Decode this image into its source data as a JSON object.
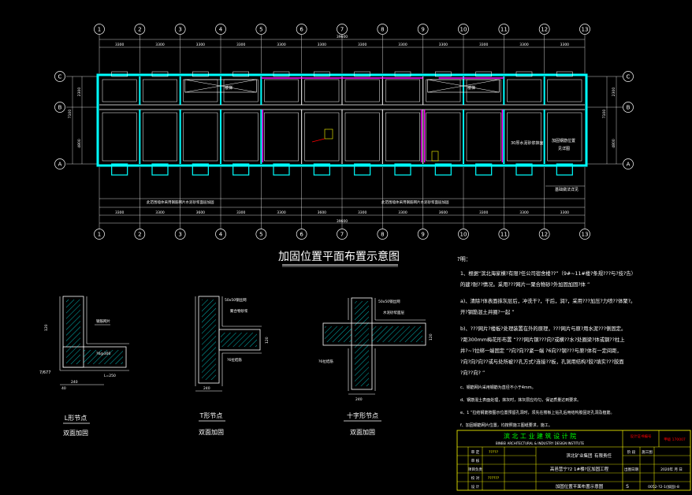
{
  "grid": {
    "top_axis_labels": [
      "1",
      "2",
      "3",
      "4",
      "5",
      "6",
      "7",
      "8",
      "9",
      "10",
      "11",
      "12",
      "13"
    ],
    "bottom_axis_labels": [
      "1",
      "2",
      "3",
      "4",
      "5",
      "6",
      "7",
      "8",
      "9",
      "10",
      "11",
      "12",
      "13"
    ],
    "row_labels_left": [
      "C",
      "B",
      "A"
    ],
    "row_labels_right": [
      "C",
      "B",
      "A"
    ],
    "top_spans": [
      "3300",
      "3300",
      "3300",
      "3300",
      "3300",
      "3300",
      "3300",
      "3300",
      "3300",
      "3300",
      "3300",
      "3300"
    ],
    "bottom_spans": [
      "3300",
      "3300",
      "3600",
      "3300",
      "3300",
      "3600",
      "3300",
      "3300",
      "3600",
      "3300",
      "3300",
      "3300"
    ],
    "total_length": "39600",
    "left_dims": [
      "2300",
      "7100",
      "4800"
    ],
    "right_dims": [
      "2300",
      "7100",
      "4800"
    ],
    "stair_labels": [
      "楼梯",
      "楼梯"
    ],
    "note_30": "30厚水泥砂浆抹面",
    "note_reinf": "加固钢筋位置",
    "note_see": "见详图",
    "note_bottom": "基础做法详见",
    "lower_strip_1": "此范围墙体采用钢筋网片水泥砂浆面层加固",
    "lower_strip_2": "此范围墙体采用钢筋网片水泥砂浆面层加固"
  },
  "plan_title": "加固位置平面布置示意图",
  "notes": {
    "heading": "?明：",
    "items": [
      "1、根据“滨北海家横?有限?任公司宿舍楼??”（9#~11#楼?条规???与?技?告）",
      "的建?耐??情况。采用???网片一聚合物砂?外加固加固?体 ”",
      "a)、清除?体表面抹灰层后，冲洗干?，干后，润?，采用???加压?力喷??体聚?。",
      "开?钢筋混土井圈?一起 ”",
      "b)、???网片?楼板?处理装置在外的原理，???网片与原?用水泥???侧固定。",
      "?距300mm梅花形布置 “???网片钢???向?或横??水?处圈梁?体或钢??柱上",
      "并?~?拉绑一端固定 ”?向?向??紧一端 ?6向??钢???与原?体有一定间距，",
      "?向?向?向??或与处所被??孔方式?连接??板，孔洞用结构?胶?填实???胶面",
      "?向??向? ”"
    ],
    "extra": [
      "c、钢筋网片采用钢筋为直径不小于4mm。",
      "d、钢筋混土表面处理，抹灰时，抹灰层应均匀，保证质量达到要求。",
      "e、1 ”拉结钢筋按图示位置预留孔洞时，须先在楼板上钻孔后用结构胶固定孔洞及植筋。",
      "f、加固钢筋网片位置，均按照施工图纸要求，施工。"
    ]
  },
  "details": {
    "l_title": "L形节点",
    "l_sub": "双面加固",
    "t_title": "T形节点",
    "t_sub": "双面加固",
    "x_title": "十字形节点",
    "x_sub": "双面加固",
    "dim_120": "120",
    "dim_240": "240",
    "dim_40": "40",
    "note_l1": "钢筋网片",
    "note_l2": "?6@300",
    "note_l3": "L=250",
    "note_l4": "7/677",
    "note_t1": "50x50钢丝网",
    "note_t2": "聚合物砂浆",
    "note_t3": "?6拉结筋",
    "note_x1": "50x50钢丝网",
    "note_x2": "水泥砂浆面层",
    "note_x3": "?6拉结筋"
  },
  "title_block": {
    "institute": "滨 北 工 业 建 筑 设 计 院",
    "institute_en": "BINBEI ARCHITECTURAL & INDUSTRY DESIGN INSTITUTE",
    "cert": "设计证书编号",
    "cert_no": "甲级 170007",
    "client": "滨北矿业集团",
    "client_sub": "有限责任",
    "project": "高邑营宁?2 1#楼?区加固工程",
    "drawing": "加固位置平面布置示意图",
    "stage_label": "阶 段",
    "stage": "施工图",
    "date_label": "出图日期",
    "date": "2020年 月 日",
    "sheet_no_label": "S",
    "sheet_no": "0052-?2-1(加固)-8",
    "rows": [
      "审 定",
      "审 核",
      "项目负责",
      "校 对",
      "设 计"
    ],
    "names": [
      "?????",
      "",
      "",
      "??????",
      ""
    ]
  }
}
